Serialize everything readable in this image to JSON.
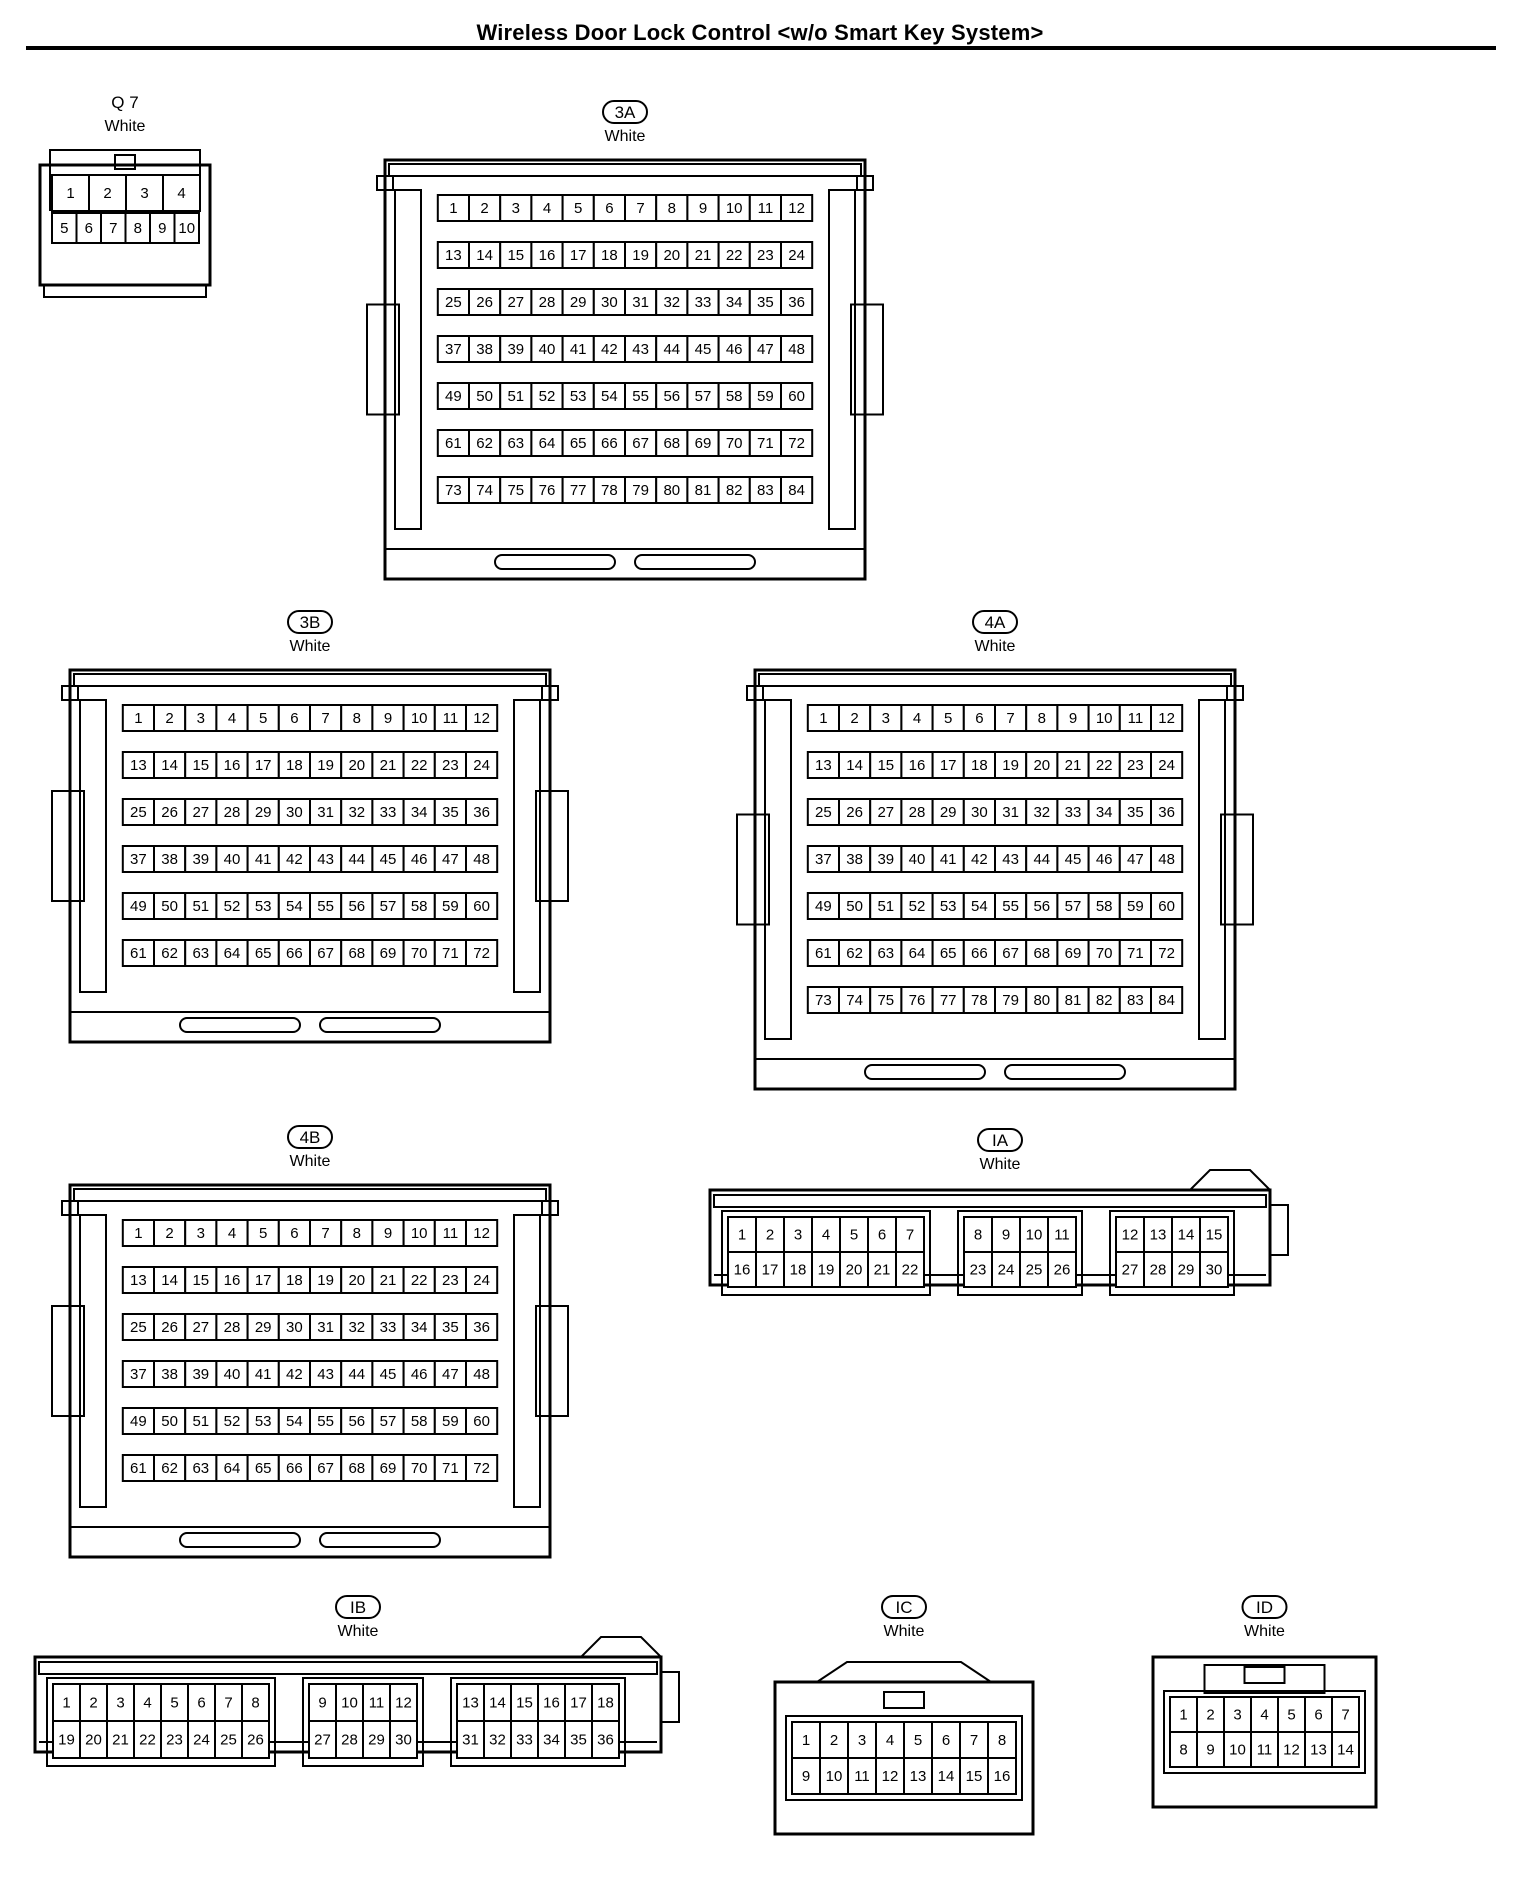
{
  "title": "Wireless Door Lock Control <w/o Smart Key System>",
  "connectors": [
    {
      "id": "Q 7",
      "boxed": false,
      "color": "White",
      "rows": [
        [
          1,
          2,
          3,
          4
        ],
        [
          5,
          6,
          7,
          8,
          9,
          10
        ]
      ]
    },
    {
      "id": "3A",
      "boxed": true,
      "color": "White",
      "pin_start": 1,
      "cols": 12,
      "row_count": 7
    },
    {
      "id": "3B",
      "boxed": true,
      "color": "White",
      "pin_start": 1,
      "cols": 12,
      "row_count": 6
    },
    {
      "id": "4A",
      "boxed": true,
      "color": "White",
      "pin_start": 1,
      "cols": 12,
      "row_count": 7
    },
    {
      "id": "4B",
      "boxed": true,
      "color": "White",
      "pin_start": 1,
      "cols": 12,
      "row_count": 6
    },
    {
      "id": "IA",
      "boxed": true,
      "color": "White",
      "groups": [
        {
          "top": [
            1,
            2,
            3,
            4,
            5,
            6,
            7
          ],
          "bottom": [
            16,
            17,
            18,
            19,
            20,
            21,
            22
          ]
        },
        {
          "top": [
            8,
            9,
            10,
            11
          ],
          "bottom": [
            23,
            24,
            25,
            26
          ]
        },
        {
          "top": [
            12,
            13,
            14,
            15
          ],
          "bottom": [
            27,
            28,
            29,
            30
          ]
        }
      ]
    },
    {
      "id": "IB",
      "boxed": true,
      "color": "White",
      "groups": [
        {
          "top": [
            1,
            2,
            3,
            4,
            5,
            6,
            7,
            8
          ],
          "bottom": [
            19,
            20,
            21,
            22,
            23,
            24,
            25,
            26
          ]
        },
        {
          "top": [
            9,
            10,
            11,
            12
          ],
          "bottom": [
            27,
            28,
            29,
            30
          ]
        },
        {
          "top": [
            13,
            14,
            15,
            16,
            17,
            18
          ],
          "bottom": [
            31,
            32,
            33,
            34,
            35,
            36
          ]
        }
      ]
    },
    {
      "id": "IC",
      "boxed": true,
      "color": "White",
      "rows": [
        [
          1,
          2,
          3,
          4,
          5,
          6,
          7,
          8
        ],
        [
          9,
          10,
          11,
          12,
          13,
          14,
          15,
          16
        ]
      ]
    },
    {
      "id": "ID",
      "boxed": true,
      "color": "White",
      "rows": [
        [
          1,
          2,
          3,
          4,
          5,
          6,
          7
        ],
        [
          8,
          9,
          10,
          11,
          12,
          13,
          14
        ]
      ]
    }
  ]
}
